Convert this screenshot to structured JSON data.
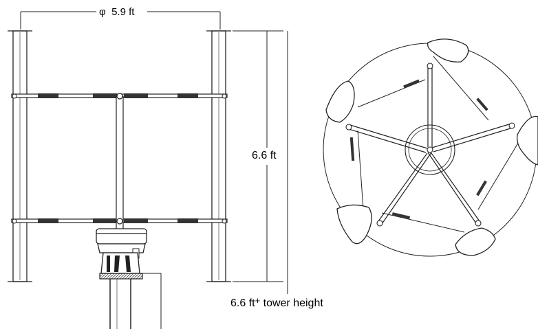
{
  "dimensions": {
    "diameter": {
      "symbol": "φ",
      "value": "5.9 ft"
    },
    "rotor_height": "6.6 ft",
    "total_height": {
      "value": "6.6 ft",
      "plus": "+",
      "suffix": "tower height"
    }
  },
  "views": [
    "front-elevation",
    "top-plan"
  ],
  "colors": {
    "line": "#222222",
    "hatch": "#555555",
    "background": "#ffffff"
  }
}
